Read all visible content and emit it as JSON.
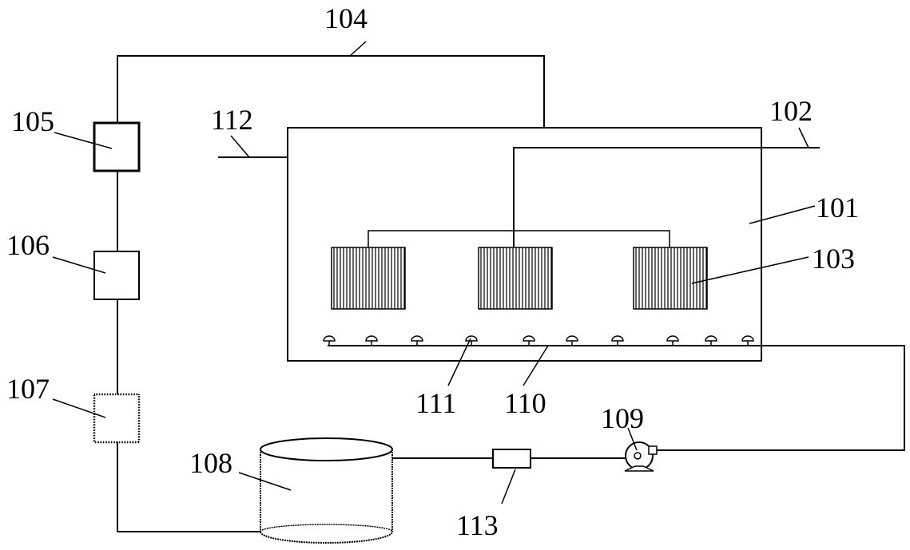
{
  "labels": {
    "l101": "101",
    "l102": "102",
    "l103": "103",
    "l104": "104",
    "l105": "105",
    "l106": "106",
    "l107": "107",
    "l108": "108",
    "l109": "109",
    "l110": "110",
    "l111": "111",
    "l112": "112",
    "l113": "113"
  }
}
